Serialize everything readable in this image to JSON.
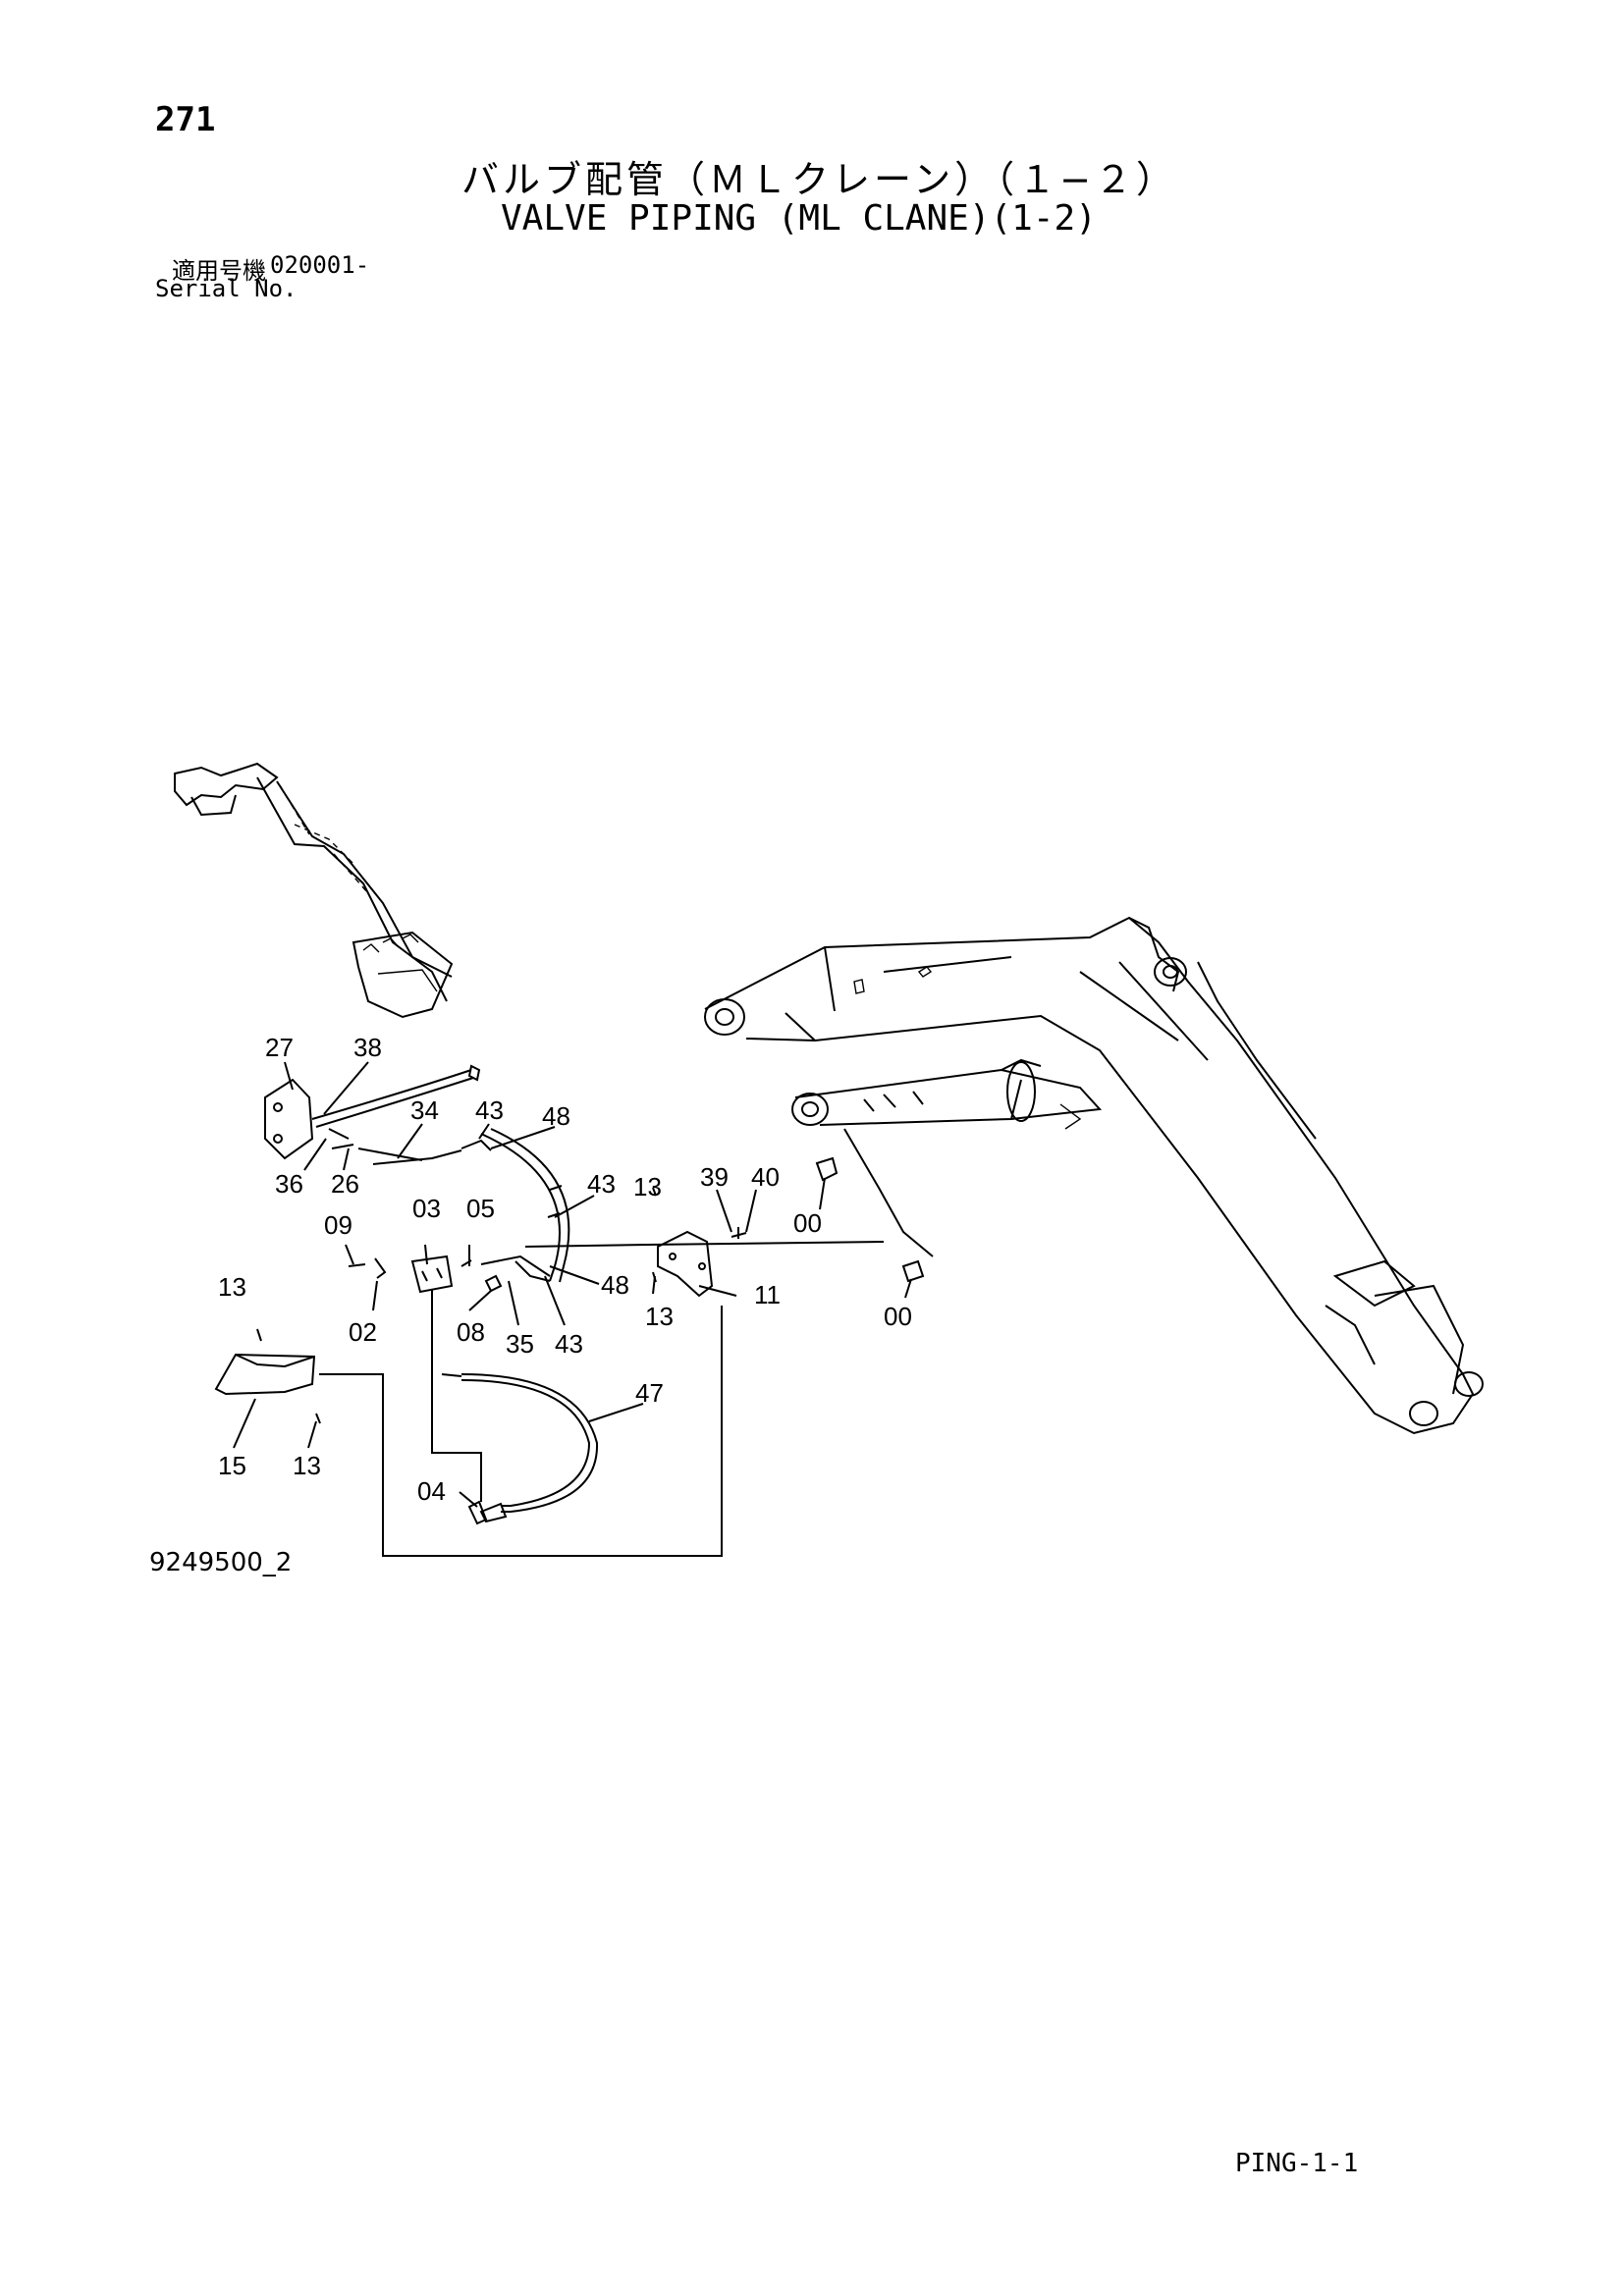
{
  "page_number": "271",
  "title_jp": "バルブ配管（ＭＬクレーン）（１−２）",
  "title_en": "VALVE PIPING (ML CLANE)(1-2)",
  "serial": {
    "label_jp": "適用号機",
    "value": "020001-",
    "label_en": "Serial No."
  },
  "figure_id": "9249500_2",
  "sheet_code": "PING-1-1",
  "callouts": [
    "27",
    "38",
    "34",
    "43",
    "48",
    "36",
    "26",
    "43",
    "13",
    "39",
    "40",
    "09",
    "03",
    "05",
    "00",
    "13",
    "48",
    "11",
    "02",
    "08",
    "35",
    "43",
    "13",
    "00",
    "47",
    "15",
    "13",
    "04"
  ]
}
